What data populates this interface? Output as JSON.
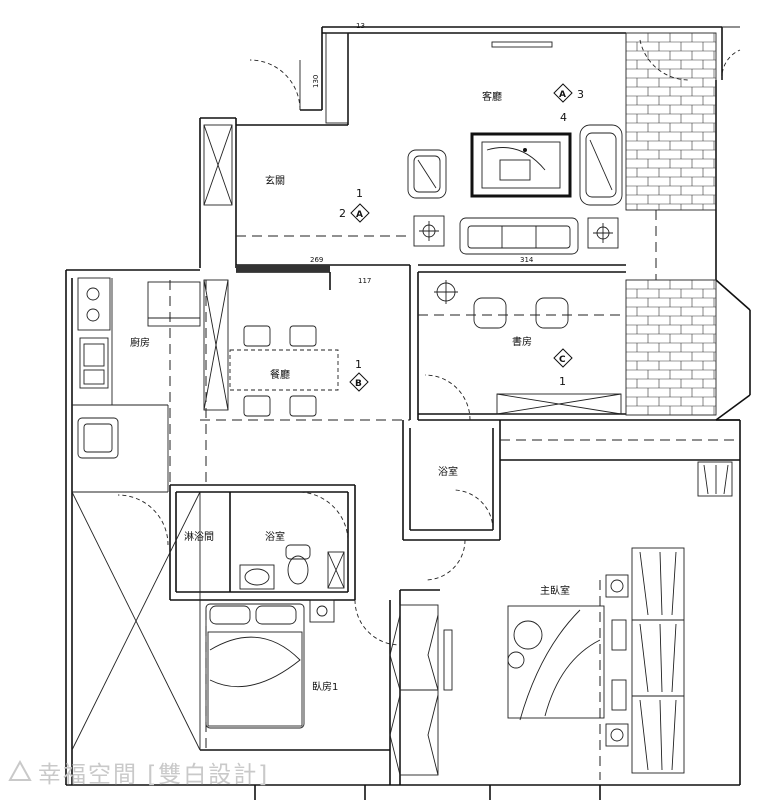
{
  "rooms": {
    "living_room": "客廳",
    "foyer": "玄關",
    "kitchen": "廚房",
    "dining_room": "餐廳",
    "study": "書房",
    "bathroom_1": "浴室",
    "shower_room": "淋浴間",
    "bathroom_2": "浴室",
    "master_bedroom": "主臥室",
    "bedroom_1": "臥房1"
  },
  "dimensions": {
    "d13": "13",
    "d130": "130",
    "d269": "269",
    "d117": "117",
    "d314": "314"
  },
  "section_markers": {
    "a_top": {
      "letter": "A",
      "num_right": "3",
      "num_below": "4"
    },
    "a_mid": {
      "letter": "A",
      "num_left": "2",
      "num_above": "1"
    },
    "b": {
      "letter": "B",
      "num_above": "1"
    },
    "c": {
      "letter": "C",
      "num_below": "1"
    }
  },
  "watermark": "幸福空間 [雙白設計]"
}
